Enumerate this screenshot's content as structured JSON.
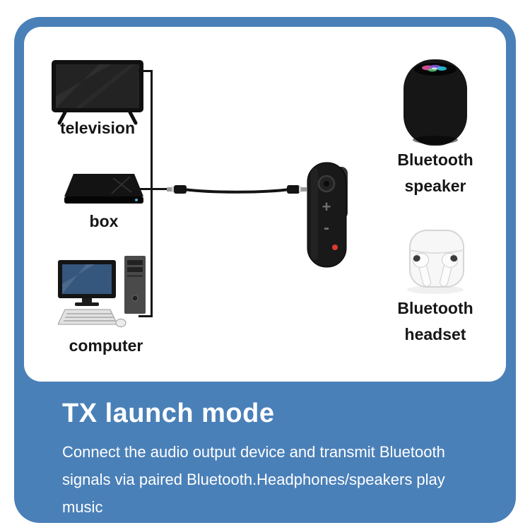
{
  "colors": {
    "frame_blue": "#4a80b8",
    "panel_white": "#ffffff",
    "label_dark": "#161616",
    "footer_text": "#ffffff",
    "led_red": "#e03a2f"
  },
  "sources": [
    {
      "label": "television"
    },
    {
      "label": "box"
    },
    {
      "label": "computer"
    }
  ],
  "receiver": {
    "plus": "+",
    "minus": "-"
  },
  "outputs": [
    {
      "label": "Bluetooth speaker"
    },
    {
      "label": "Bluetooth headset"
    }
  ],
  "footer": {
    "title": "TX launch mode",
    "description": "Connect the audio output device and transmit Bluetooth signals via paired Bluetooth.Headphones/speakers play music"
  }
}
